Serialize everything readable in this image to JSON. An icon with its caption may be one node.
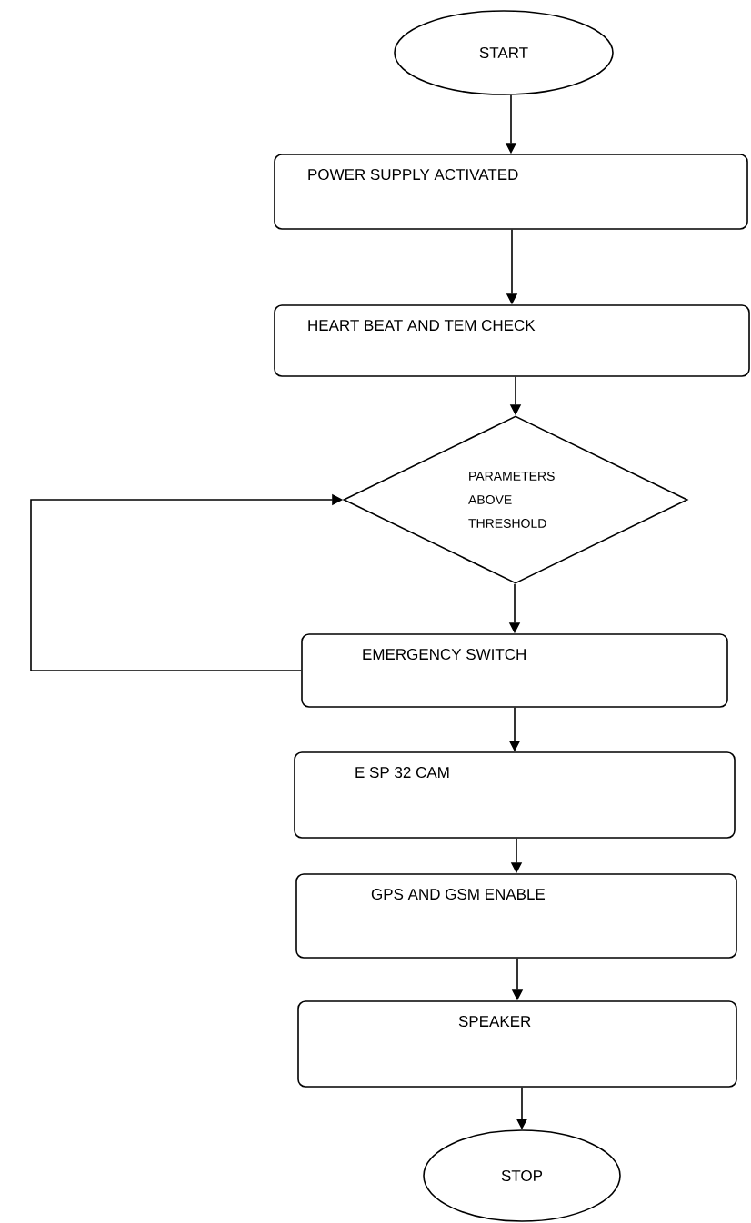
{
  "diagram": {
    "nodes": [
      {
        "text": [
          "START"
        ]
      },
      {
        "text": [
          "POWER SUPPLY ACTIVATED"
        ]
      },
      {
        "text": [
          "HEART BEAT AND TEM CHECK"
        ]
      },
      {
        "text": [
          "PARAMETERS ABOVE THRESHOLD"
        ]
      },
      {
        "text": [
          "EMERGENCY SWITCH"
        ]
      },
      {
        "text": [
          "E SP 32 CAM"
        ]
      },
      {
        "text": [
          "GPS AND GSM ENABLE"
        ]
      },
      {
        "text": [
          "SPEAKER"
        ]
      },
      {
        "text": [
          "STOP"
        ]
      }
    ],
    "edges": [
      {
        "from": 0,
        "to": 1,
        "arrow": "to"
      },
      {
        "from": 1,
        "to": 2,
        "arrow": "to"
      },
      {
        "from": 2,
        "to": 3,
        "arrow": "to"
      },
      {
        "from": 3,
        "to": 4,
        "arrow": "to"
      },
      {
        "from": 4,
        "to": 3,
        "arrow": "to"
      },
      {
        "from": 4,
        "to": 5,
        "arrow": "to"
      },
      {
        "from": 5,
        "to": 6,
        "arrow": "to"
      },
      {
        "from": 6,
        "to": 7,
        "arrow": "to"
      },
      {
        "from": 7,
        "to": 8,
        "arrow": "to"
      }
    ]
  }
}
